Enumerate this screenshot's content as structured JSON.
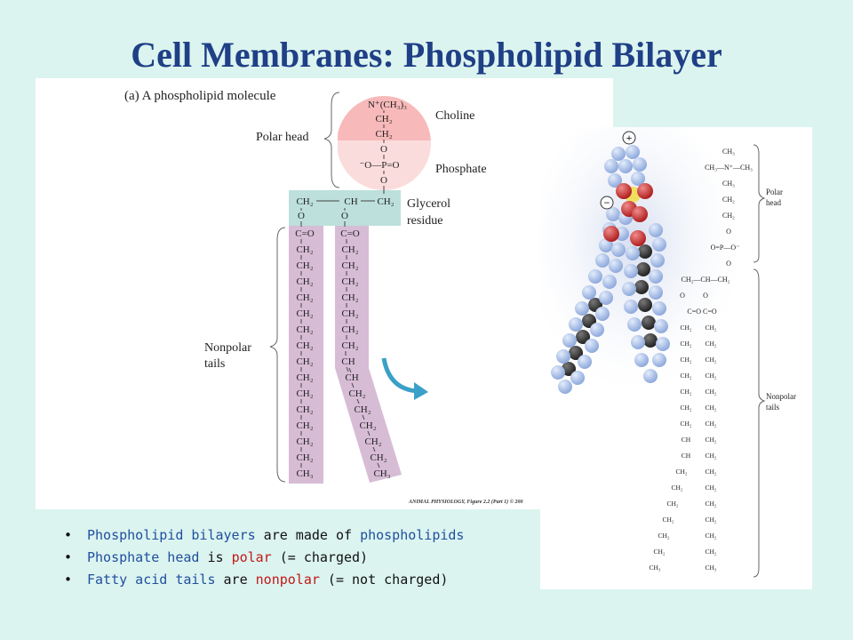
{
  "slide_title": "Cell Membranes: Phospholipid Bilayer",
  "panel_a": {
    "caption": "(a)  A phospholipid molecule",
    "head_formula_top": "N⁺(CH₃)₃",
    "formula_ch2": "CH₂",
    "formula_o": "O",
    "phosphate_formula": "⁻O—P=O",
    "glycerol_ch": "CH",
    "carbonyl": "C=O",
    "tail_ch3": "CH₃",
    "double_bond_ch": "CH",
    "label_polar_head": "Polar head",
    "label_choline": "Choline",
    "label_phosphate": "Phosphate",
    "label_glycerol_line1": "Glycerol",
    "label_glycerol_line2": "residue",
    "label_nonpolar_line1": "Nonpolar",
    "label_nonpolar_line2": "tails",
    "credit": "ANIMAL PHYSIOLOGY, Figure 2.2 (Part 1) © 200"
  },
  "panel_b": {
    "plus_sign": "+",
    "minus_sign": "−",
    "methyl_left": "CH₃—N⁺—CH₃",
    "phosphate_formula": "O=P—O⁻",
    "carbonyl_pair": "C=O  C=O",
    "glycerol_row": "CH₂—CH—CH₂",
    "label_polar_line1": "Polar",
    "label_polar_line2": "head",
    "label_nonpolar_line1": "Nonpolar",
    "label_nonpolar_line2": "tails"
  },
  "bullets": [
    {
      "p1": "Phospholipid bilayers",
      "p2": " are made of ",
      "p3": "phospholipids",
      "p4": "",
      "p5": ""
    },
    {
      "p1": "Phosphate head",
      "p2": " is ",
      "p3": "polar",
      "p4": " (= charged)",
      "p5": ""
    },
    {
      "p1": "Fatty acid tails",
      "p2": " are ",
      "p3": "nonpolar",
      "p4": " (= not charged)",
      "p5": ""
    }
  ],
  "colors": {
    "title": "#1f3f86",
    "choline_fill": "#f7b9b9",
    "phosphate_fill": "#fbdcdc",
    "glycerol_fill": "#bde0dc",
    "tail_fill": "#d7bcd6",
    "atom_blue": "#a9c3ef",
    "atom_red": "#d83a3a",
    "atom_dark": "#333333",
    "arrow": "#3aa0c8"
  }
}
